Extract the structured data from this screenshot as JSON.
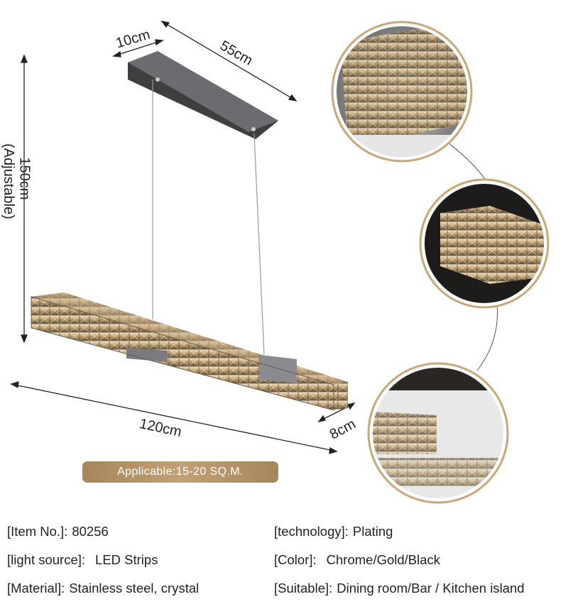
{
  "dimensions": {
    "canopy_depth": "10cm",
    "canopy_length": "55cm",
    "height": "150cm",
    "height_note": "(Adjustable)",
    "bar_length": "120cm",
    "bar_depth": "8cm"
  },
  "badge": {
    "text": "Applicable:15-20 SQ.M."
  },
  "specs": {
    "item_no": {
      "key": "[Item No.]:",
      "value": "80256"
    },
    "light_source": {
      "key": "[light source]:",
      "value": "LED Strips"
    },
    "material": {
      "key": "[Material]:",
      "value": "Stainless steel, crystal"
    },
    "technology": {
      "key": "[technology]:",
      "value": "Plating"
    },
    "color": {
      "key": "[Color]:",
      "value": "Chrome/Gold/Black"
    },
    "suitable": {
      "key": "[Suitable]:",
      "value": "Dining room/Bar / Kitchen island"
    }
  }
}
